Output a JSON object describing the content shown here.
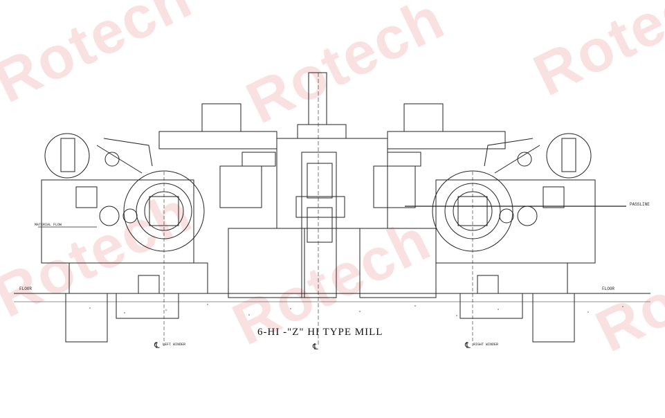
{
  "drawing": {
    "title": "6-HI -\"Z\" HI TYPE MILL",
    "labels": {
      "passline": "PASSLINE",
      "material_flow": "MATERIAL FLOW",
      "floor_left": "FLOOR",
      "floor_right": "FLOOR",
      "left_winder": "LEFT WINDER",
      "right_winder": "RIGHT WINDER",
      "centerline_left": "℄",
      "centerline_mid": "℄",
      "centerline_right": "℄"
    }
  },
  "watermark": {
    "text": "Rotech",
    "color": "#f6c9c9"
  }
}
